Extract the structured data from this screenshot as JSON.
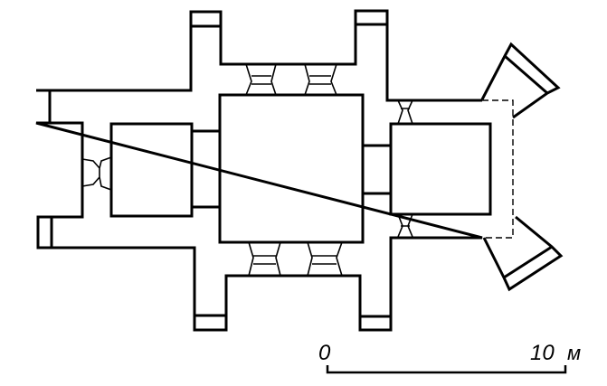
{
  "diagram": {
    "type": "architectural floor plan",
    "scale_bar": {
      "start_label": "0",
      "end_label": "10",
      "unit": "м"
    },
    "colors": {
      "ink": "#000000",
      "background": "#ffffff"
    }
  }
}
